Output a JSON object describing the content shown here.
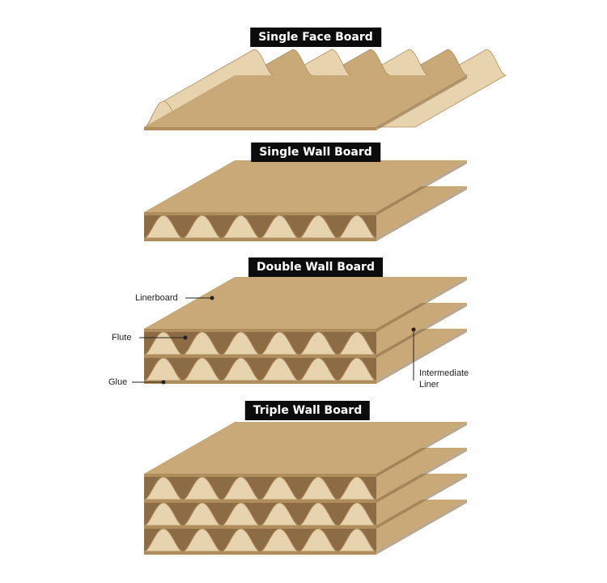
{
  "diagram": {
    "colors": {
      "paper_top": "#c9a978",
      "paper_edge": "#b08d5c",
      "flute_face": "#e7d3ae",
      "flute_shadow": "#8c6c45",
      "background": "#ffffff",
      "badge_bg": "#0c0c0c",
      "badge_text": "#ffffff"
    },
    "boards": [
      {
        "id": "single-face",
        "title": "Single Face Board",
        "liners": 1,
        "flute_layers": 1
      },
      {
        "id": "single-wall",
        "title": "Single Wall Board",
        "liners": 2,
        "flute_layers": 1
      },
      {
        "id": "double-wall",
        "title": "Double Wall Board",
        "liners": 3,
        "flute_layers": 2
      },
      {
        "id": "triple-wall",
        "title": "Triple Wall Board",
        "liners": 4,
        "flute_layers": 3
      }
    ],
    "labels": {
      "linerboard": "Linerboard",
      "flute": "Flute",
      "glue": "Glue",
      "intermediate_1": "Intermediate",
      "intermediate_2": "Liner"
    }
  }
}
